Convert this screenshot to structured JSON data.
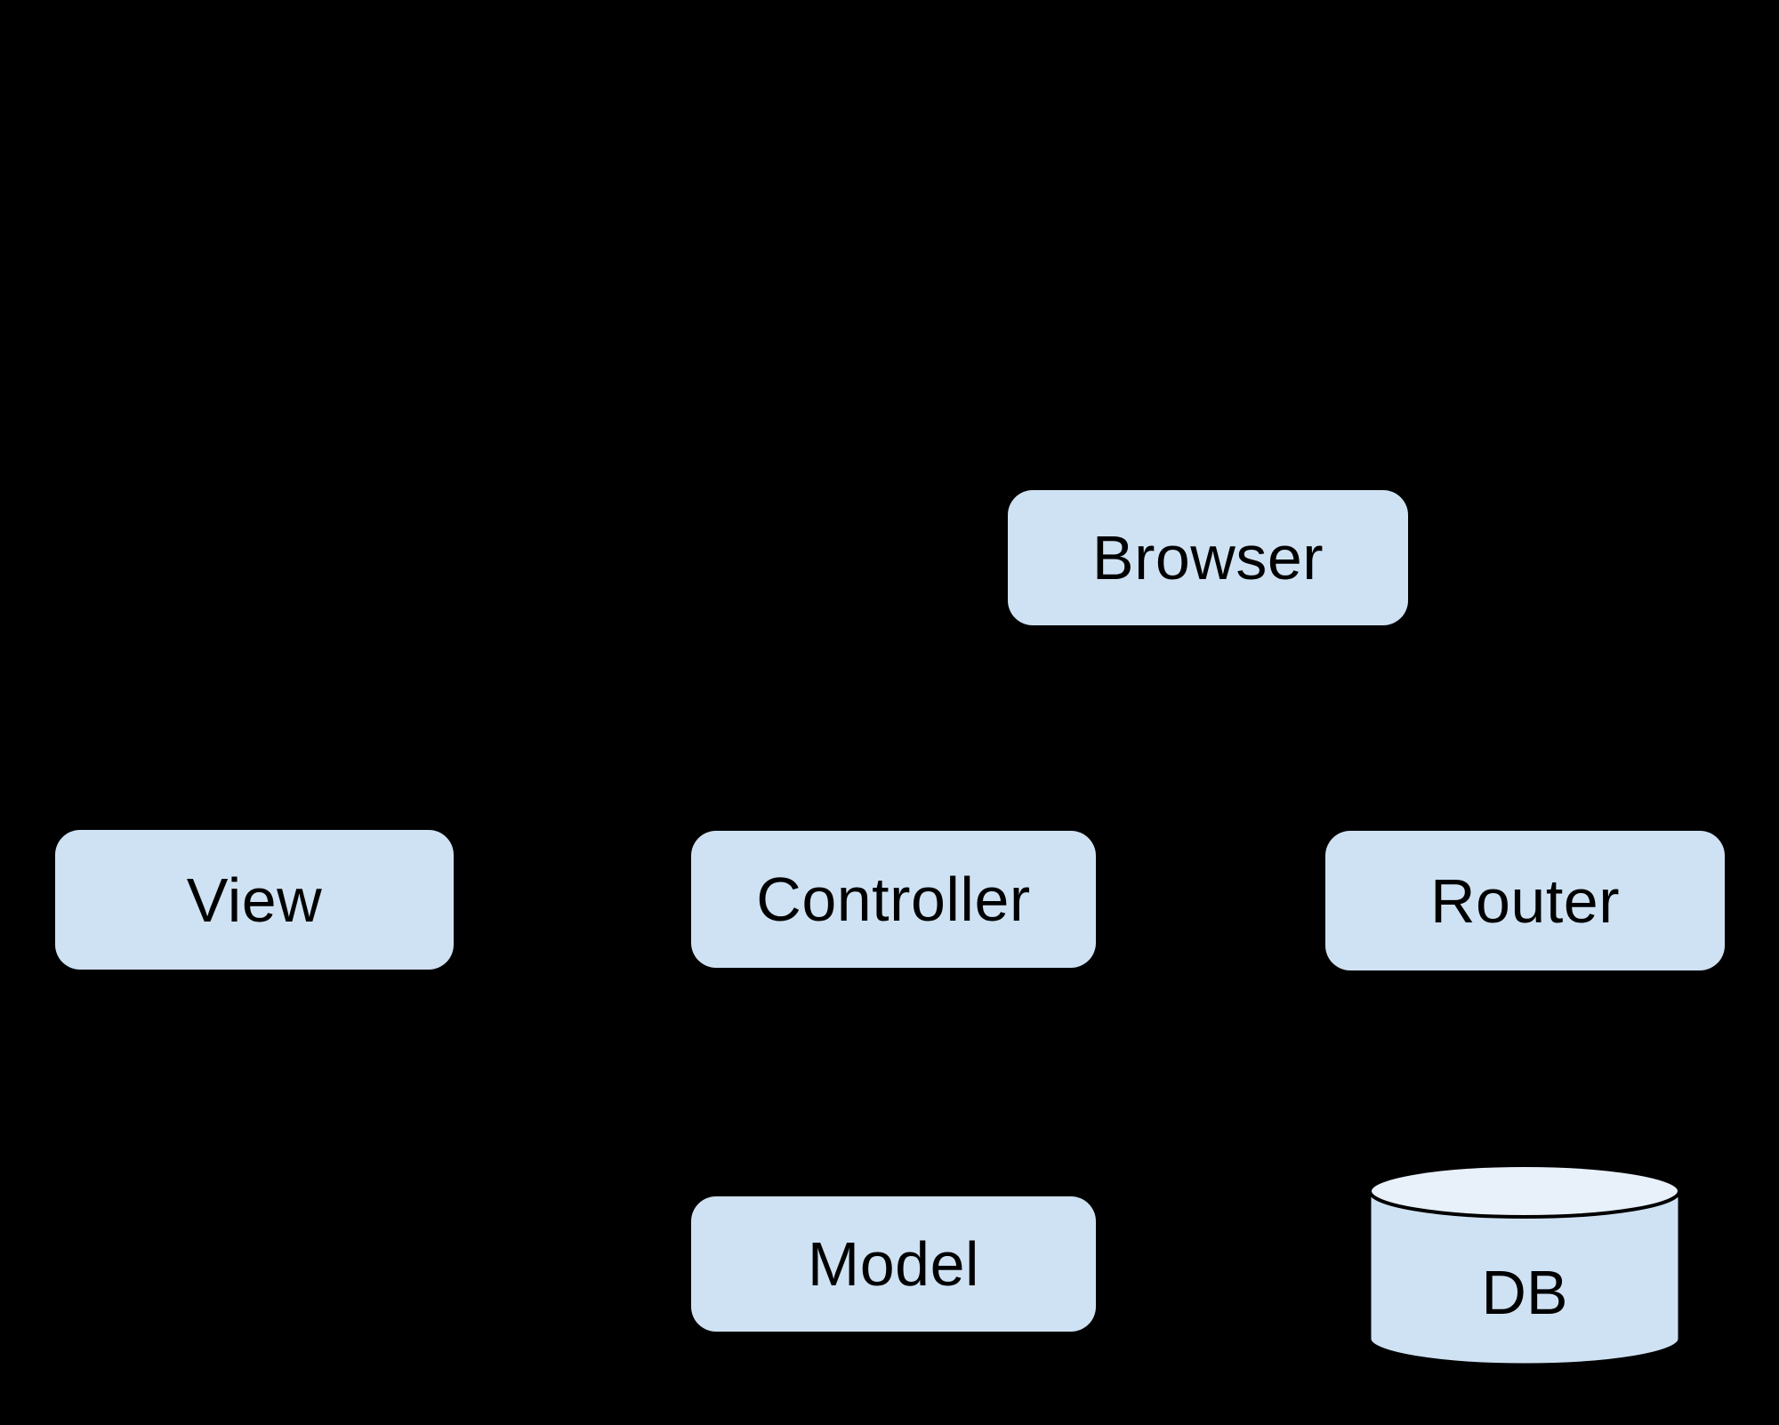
{
  "diagram": {
    "description": "MVC web architecture diagram on black background",
    "background_color": "#000000",
    "node_fill": "#cfe2f3",
    "node_text_color": "#000000",
    "cylinder_top_fill": "#e8f0fa",
    "cylinder_stroke": "#000000",
    "nodes": {
      "browser": {
        "label": "Browser",
        "shape": "rounded-rect"
      },
      "view": {
        "label": "View",
        "shape": "rounded-rect"
      },
      "controller": {
        "label": "Controller",
        "shape": "rounded-rect"
      },
      "router": {
        "label": "Router",
        "shape": "rounded-rect"
      },
      "model": {
        "label": "Model",
        "shape": "rounded-rect"
      },
      "db": {
        "label": "DB",
        "shape": "cylinder"
      }
    },
    "connectors": []
  }
}
